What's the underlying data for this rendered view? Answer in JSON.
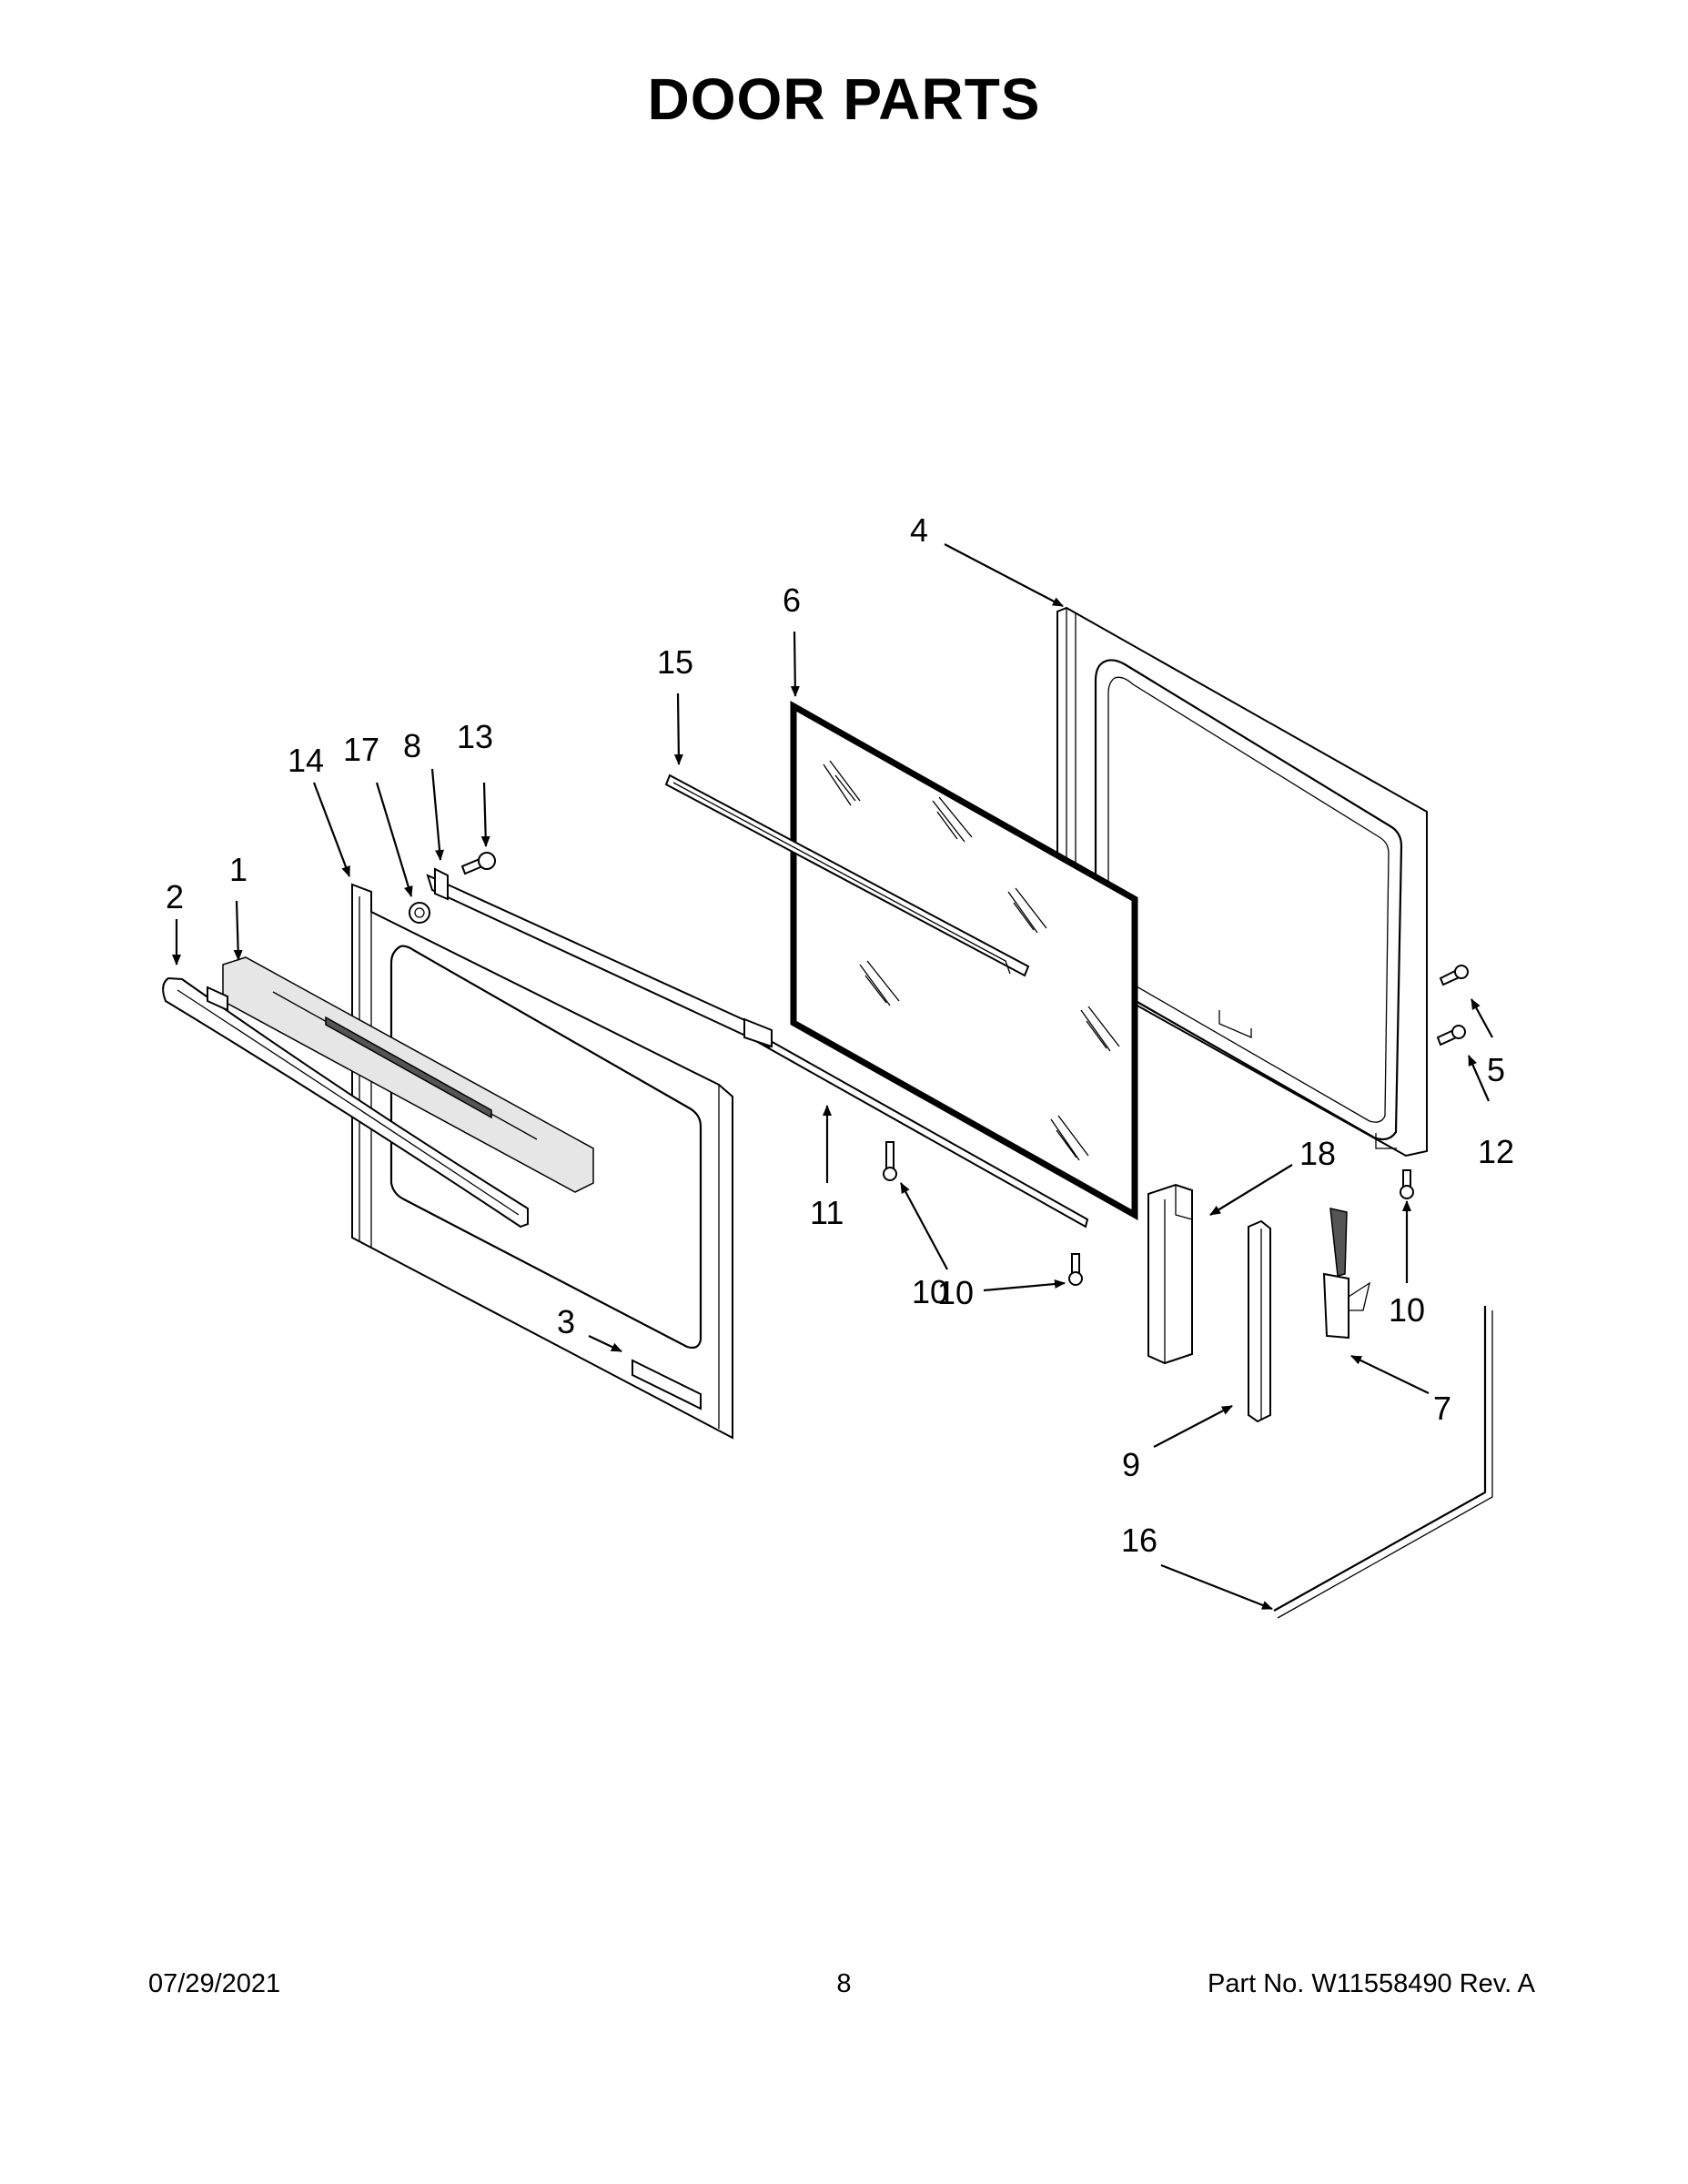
{
  "title": "DOOR PARTS",
  "footer": {
    "date": "07/29/2021",
    "page": "8",
    "part": "Part No.  W11558490  Rev.  A"
  },
  "callouts": {
    "c1": "1",
    "c2": "2",
    "c3": "3",
    "c4": "4",
    "c5": "5",
    "c6": "6",
    "c7": "7",
    "c8": "8",
    "c9": "9",
    "c10a": "10",
    "c10b": "10",
    "c10c": "10",
    "c11": "11",
    "c12": "12",
    "c13": "13",
    "c14": "14",
    "c15": "15",
    "c16": "16",
    "c17": "17",
    "c18": "18"
  }
}
